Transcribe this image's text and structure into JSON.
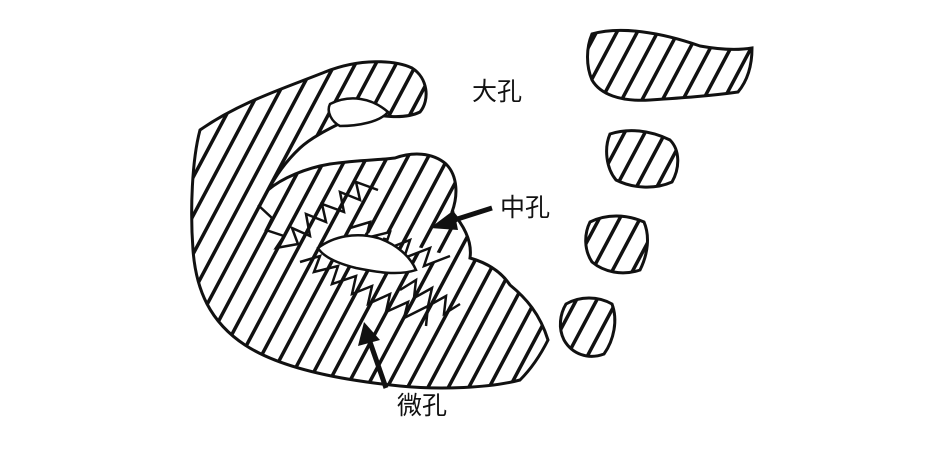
{
  "labels": {
    "macropore": "大孔",
    "mesopore": "中孔",
    "micropore": "微孔"
  },
  "colors": {
    "ink": "#111111",
    "background": "#ffffff"
  }
}
